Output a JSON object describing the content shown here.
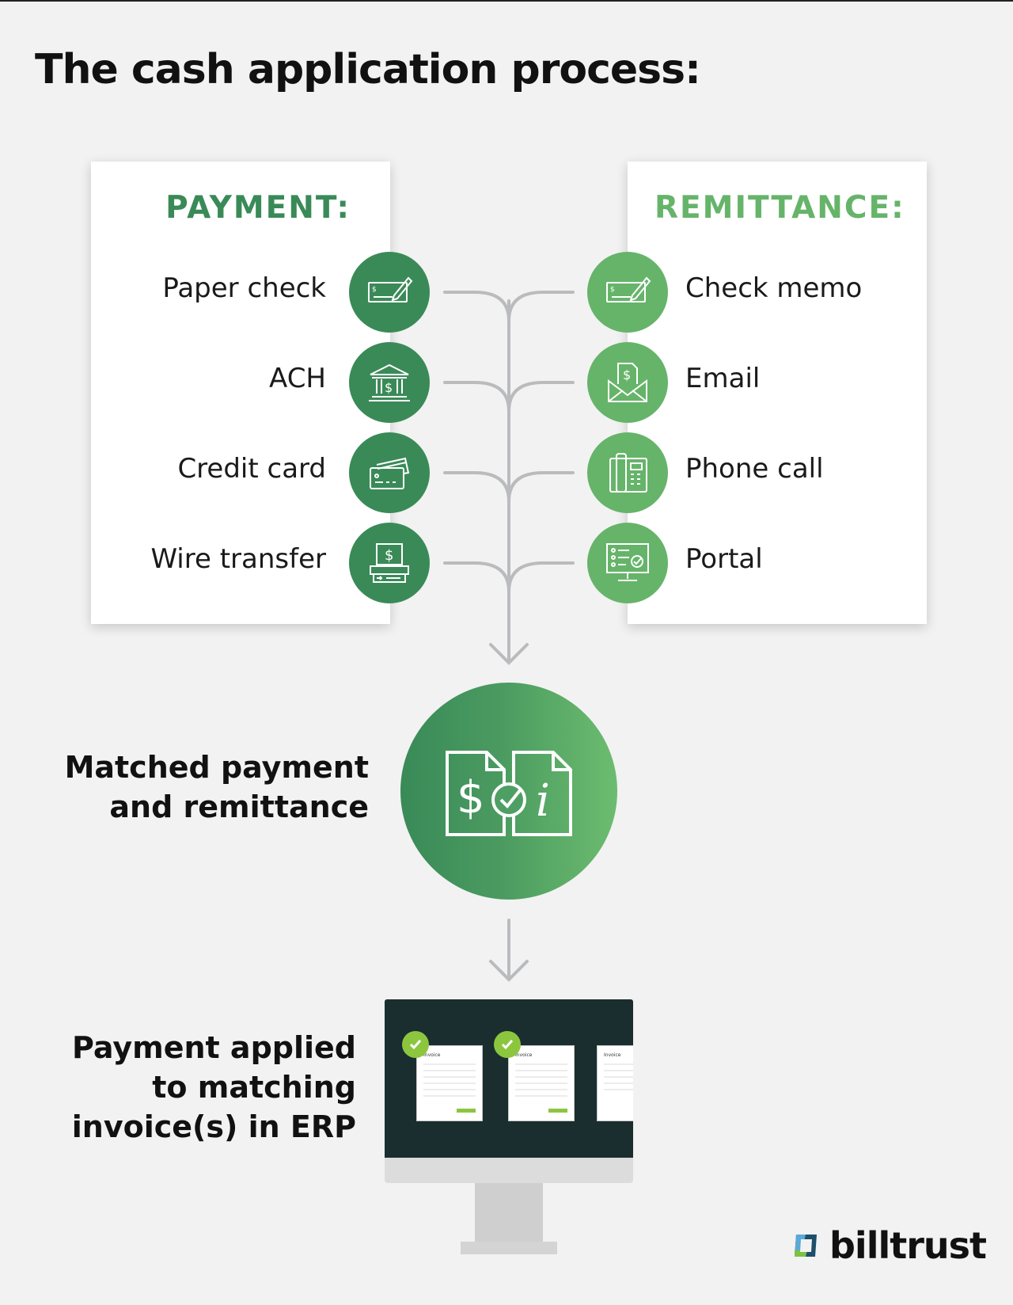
{
  "title": "The cash application process:",
  "payment": {
    "heading": "PAYMENT:",
    "items": [
      {
        "label": "Paper check",
        "icon": "check-icon"
      },
      {
        "label": "ACH",
        "icon": "bank-icon"
      },
      {
        "label": "Credit card",
        "icon": "credit-card-icon"
      },
      {
        "label": "Wire transfer",
        "icon": "wire-transfer-icon"
      }
    ]
  },
  "remittance": {
    "heading": "REMITTANCE:",
    "items": [
      {
        "label": "Check memo",
        "icon": "check-memo-icon"
      },
      {
        "label": "Email",
        "icon": "email-icon"
      },
      {
        "label": "Phone call",
        "icon": "phone-icon"
      },
      {
        "label": "Portal",
        "icon": "portal-icon"
      }
    ]
  },
  "matched": {
    "line1": "Matched payment",
    "line2": "and remittance",
    "icon": "matched-documents-icon"
  },
  "applied": {
    "line1": "Payment applied",
    "line2": "to matching",
    "line3": "invoice(s) in ERP",
    "invoice_label": "Invoice"
  },
  "brand": {
    "name": "billtrust",
    "dark_green": "#3a8a58",
    "light_green": "#66b46a",
    "accent": "#8cc63f"
  }
}
